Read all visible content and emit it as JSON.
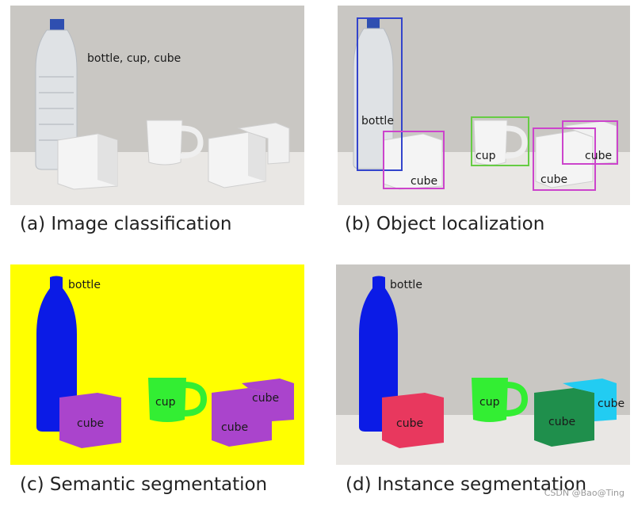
{
  "panels": {
    "a": {
      "caption": "(a) Image classification",
      "labels": {
        "classes": "bottle, cup, cube"
      }
    },
    "b": {
      "caption": "(b) Object localization",
      "labels": {
        "bottle": "bottle",
        "cup": "cup",
        "cube_left": "cube",
        "cube_mid": "cube",
        "cube_right": "cube"
      }
    },
    "c": {
      "caption": "(c) Semantic segmentation",
      "labels": {
        "bottle": "bottle",
        "cup": "cup",
        "cube_left": "cube",
        "cube_mid": "cube",
        "cube_right": "cube"
      }
    },
    "d": {
      "caption": "(d) Instance segmentation",
      "labels": {
        "bottle": "bottle",
        "cup": "cup",
        "cube_left": "cube",
        "cube_mid": "cube",
        "cube_right": "cube"
      }
    }
  },
  "watermark": "CSDN @Bao@Ting",
  "colors": {
    "wall": "#c9c7c3",
    "table": "#e9e7e4",
    "semantic_background": "#ffff00",
    "bottle_mask": "#0b1be6",
    "cup_mask": "#33ee33",
    "cube_semantic": "#aa44cc",
    "cube_instance_left": "#e8385e",
    "cube_instance_mid": "#1f8f4c",
    "cube_instance_right": "#22ccf2",
    "box_bottle": "#3344cc",
    "box_cup": "#66cc44",
    "box_cube": "#cc44cc"
  }
}
